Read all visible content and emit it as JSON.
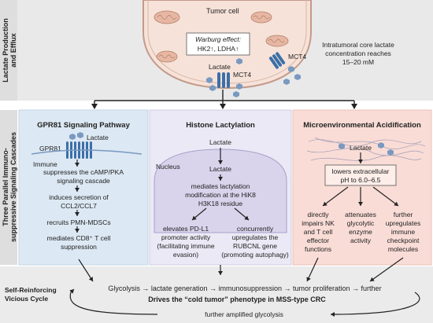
{
  "side_labels": {
    "top_line1": "Lactate Production",
    "top_line2": "and Efflux",
    "mid_line1": "Three Parallel Immuno-",
    "mid_line2": "suppressive Signaling Cascades"
  },
  "cell": {
    "tumor_cell": "Tumor cell",
    "warburg_title": "Warburg effect:",
    "warburg_genes": "HK2↑, LDHA↑",
    "lactate": "Lactate",
    "mct4_left": "MCT4",
    "mct4_right": "MCT4",
    "concentration_line1": "Intratumoral core lactate",
    "concentration_line2": "concentration reaches",
    "concentration_line3": "15–20 mM"
  },
  "gpr81": {
    "title": "GPR81 Signaling Pathway",
    "lactate": "Lactate",
    "receptor": "GPR81",
    "immune": "Immune",
    "step1_line1": "suppresses the cAMP/PKA",
    "step1_line2": "signaling cascade",
    "step2_line1": "induces secretion of",
    "step2_line2": "CCL2/CCL7",
    "step3": "recruits PMN-MDSCs",
    "step4_line1": "mediates CD8⁺ T cell",
    "step4_line2": "suppression"
  },
  "histone": {
    "title": "Histone Lactylation",
    "lactate_top": "Lactate",
    "nucleus": "Nucleus",
    "lactate_inner": "Lactate",
    "mod_line1": "mediates lactylation",
    "mod_line2": "modification at the HiK8",
    "mod_line3": "H3K18 residue",
    "left_line1": "elevates PD-L1",
    "left_line2": "promoter activity",
    "left_line3": "(facilitating immune",
    "left_line4": "evasion)",
    "right_line1": "concurrently",
    "right_line2": "upregulates the",
    "right_line3": "RUBCNL gene",
    "right_line4": "(promoting autophagy)"
  },
  "acid": {
    "title": "Microenvironmental Acidification",
    "lactate": "Lactate",
    "ph_line1": "lowers extracellular",
    "ph_line2": "pH to 6.0–6.5",
    "e1_line1": "directly",
    "e1_line2": "impairs NK",
    "e1_line3": "and T cell",
    "e1_line4": "effector",
    "e1_line5": "functions",
    "e2_line1": "attenuates",
    "e2_line2": "glycolytic",
    "e2_line3": "enzyme",
    "e2_line4": "activity",
    "e3_line1": "further",
    "e3_line2": "upregulates",
    "e3_line3": "immune",
    "e3_line4": "checkpoint",
    "e3_line5": "molecules"
  },
  "cycle": {
    "label_line1": "Self-Reinforcing",
    "label_line2": "Vicious Cycle",
    "chain": "Glycolysis → lactate generation → immunosuppression → tumor proliferation → further",
    "phenotype": "Drives the “cold tumor” phenotype in MSS-type CRC",
    "loop_back": "further amplified glycolysis"
  },
  "colors": {
    "top_band": "#e8e8e8",
    "gpr81_bg": "#dce8f3",
    "histone_bg": "#ebe9f5",
    "acid_bg": "#f9dcd6",
    "cell_fill": "#f6e2d8",
    "cell_border": "#c49a8a",
    "nucleus_fill": "#d9d4ec",
    "receptor": "#3b6fa8",
    "hexagon": "#7a99c0"
  }
}
